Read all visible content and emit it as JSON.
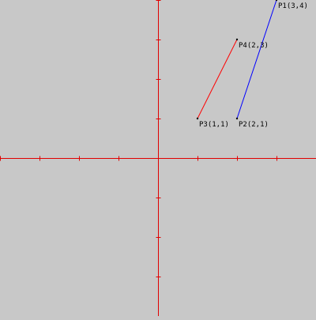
{
  "canvas": {
    "background": "#c8c8c8",
    "axis_color": "#e00000",
    "x_range": [
      -4,
      4
    ],
    "y_range": [
      -4,
      4
    ],
    "tick_step": 1
  },
  "points": [
    {
      "id": "P1",
      "label": "P1(3,4)",
      "x": 3,
      "y": 4
    },
    {
      "id": "P2",
      "label": "P2(2,1)",
      "x": 2,
      "y": 1
    },
    {
      "id": "P3",
      "label": "P3(1,1)",
      "x": 1,
      "y": 1
    },
    {
      "id": "P4",
      "label": "P4(2,3)",
      "x": 2,
      "y": 3
    }
  ],
  "segments": [
    {
      "from": "P1",
      "to": "P2",
      "color": "#0000ff"
    },
    {
      "from": "P3",
      "to": "P4",
      "color": "#ff0000"
    }
  ]
}
